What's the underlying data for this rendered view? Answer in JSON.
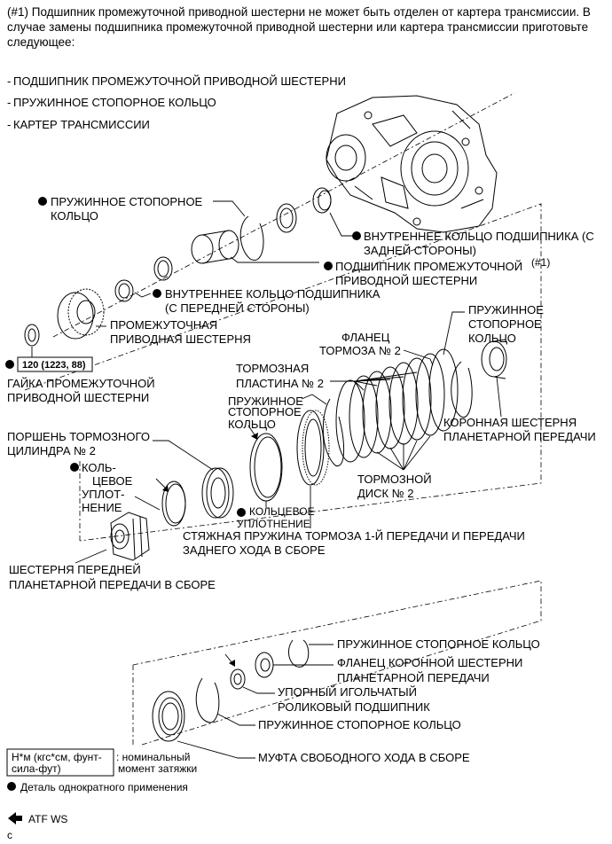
{
  "note": {
    "line1": "(#1) Подшипник промежуточной приводной шестерни не может быть отделен от картера трансмиссии. В",
    "line2": "случае замены подшипника промежуточной приводной шестерни или картера трансмиссии приготовьте",
    "line3": "следующее:"
  },
  "prep_list": [
    "ПОДШИПНИК ПРОМЕЖУТОЧНОЙ ПРИВОДНОЙ ШЕСТЕРНИ",
    "ПРУЖИННОЕ СТОПОРНОЕ КОЛЬЦО",
    "КАРТЕР ТРАНСМИССИИ"
  ],
  "parts": {
    "snap_ring_top": [
      "ПРУЖИННОЕ СТОПОРНОЕ",
      "КОЛЬЦО"
    ],
    "inner_race_rear": [
      "ВНУТРЕННЕЕ КОЛЬЦО ПОДШИПНИКА (С",
      "ЗАДНЕЙ СТОРОНЫ)"
    ],
    "counter_bearing": [
      "ПОДШИПНИК ПРОМЕЖУТОЧНОЙ",
      "ПРИВОДНОЙ ШЕСТЕРНИ"
    ],
    "counter_bearing_ref": "(#1)",
    "inner_race_front": [
      "ВНУТРЕННЕЕ КОЛЬЦО ПОДШИПНИКА",
      "(С ПЕРЕДНЕЙ СТОРОНЫ)"
    ],
    "counter_gear": [
      "ПРОМЕЖУТОЧНАЯ",
      "ПРИВОДНАЯ ШЕСТЕРНЯ"
    ],
    "torque_value": "120 (1223, 88)",
    "counter_nut": [
      "ГАЙКА ПРОМЕЖУТОЧНОЙ",
      "ПРИВОДНОЙ ШЕСТЕРНИ"
    ],
    "snap_ring_right": [
      "ПРУЖИННОЕ",
      "СТОПОРНОЕ",
      "КОЛЬЦО"
    ],
    "brake_flange": [
      "ФЛАНЕЦ",
      "ТОРМОЗА № 2"
    ],
    "brake_plate": [
      "ТОРМОЗНАЯ",
      "ПЛАСТИНА № 2"
    ],
    "snap_ring_mid": [
      "ПРУЖИННОЕ",
      "СТОПОРНОЕ",
      "КОЛЬЦО"
    ],
    "ring_gear": [
      "КОРОННАЯ ШЕСТЕРНЯ",
      "ПЛАНЕТАРНОЙ ПЕРЕДАЧИ"
    ],
    "brake_piston": [
      "ПОРШЕНЬ ТОРМОЗНОГО",
      "ЦИЛИНДРА № 2"
    ],
    "brake_disc": [
      "ТОРМОЗНОЙ",
      "ДИСК № 2"
    ],
    "o_ring_left": [
      "КОЛЬ-",
      "ЦЕВОЕ",
      "УПЛОТ-",
      "НЕНИЕ"
    ],
    "o_ring_right": [
      "КОЛЬЦЕВОЕ",
      "УПЛОТНЕНИЕ"
    ],
    "return_spring": [
      "СТЯЖНАЯ ПРУЖИНА ТОРМОЗА 1-Й ПЕРЕДАЧИ И ПЕРЕДАЧИ",
      "ЗАДНЕГО ХОДА В СБОРЕ"
    ],
    "front_planetary": [
      "ШЕСТЕРНЯ ПЕРЕДНЕЙ",
      "ПЛАНЕТАРНОЙ ПЕРЕДАЧИ В СБОРЕ"
    ],
    "snap_ring_lower1": "ПРУЖИННОЕ СТОПОРНОЕ КОЛЬЦО",
    "ring_gear_flange": [
      "ФЛАНЕЦ КОРОННОЙ ШЕСТЕРНИ",
      "ПЛАНЕТАРНОЙ ПЕРЕДАЧИ"
    ],
    "thrust_bearing": [
      "УПОРНЫЙ ИГОЛЬЧАТЫЙ",
      "РОЛИКОВЫЙ ПОДШИПНИК"
    ],
    "snap_ring_lower2": "ПРУЖИННОЕ СТОПОРНОЕ КОЛЬЦО",
    "one_way_clutch": "МУФТА СВОБОДНОГО ХОДА В СБОРЕ"
  },
  "legend": {
    "unit_box": [
      "Н*м (кгс*см, фунт-",
      "сила-фут)"
    ],
    "unit_desc": [
      ": номинальный",
      "момент затяжки"
    ],
    "non_reusable": "Деталь однократного применения",
    "atf": "ATF WS"
  },
  "footer": "c"
}
